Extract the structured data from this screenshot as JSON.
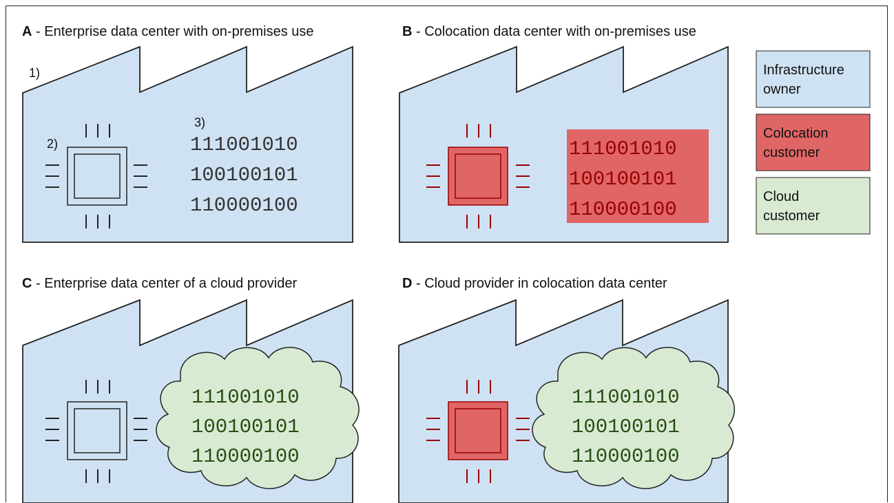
{
  "colors": {
    "infrastructure_owner": "#cfe2f3",
    "colocation_customer": "#e06666",
    "cloud_customer": "#d9ead3",
    "outline": "#222222",
    "colo_text": "#990000",
    "cloud_text": "#274e13"
  },
  "panels": [
    {
      "letter": "A",
      "caption": " - Enterprise data center with on-premises use",
      "chip_style": "plain",
      "data_style": "plain"
    },
    {
      "letter": "B",
      "caption": " - Colocation data center with on-premises use",
      "chip_style": "colocation",
      "data_style": "colocation"
    },
    {
      "letter": "C",
      "caption": " - Enterprise data center of a cloud provider",
      "chip_style": "plain",
      "data_style": "cloud"
    },
    {
      "letter": "D",
      "caption": " - Cloud provider in colocation data center",
      "chip_style": "colocation",
      "data_style": "cloud"
    }
  ],
  "binary_lines": [
    "111001010",
    "100100101",
    "110000100"
  ],
  "markers": {
    "building": "1)",
    "chip": "2)",
    "data": "3)"
  },
  "legend": [
    {
      "lines": [
        "Infrastructure",
        "owner"
      ],
      "role": "infrastructure_owner"
    },
    {
      "lines": [
        "Colocation",
        "customer"
      ],
      "role": "colocation_customer"
    },
    {
      "lines": [
        "Cloud",
        "customer"
      ],
      "role": "cloud_customer"
    }
  ],
  "icons": {
    "building": "factory-icon",
    "chip": "cpu-chip-icon",
    "data": "binary-data-icon",
    "cloud": "cloud-icon"
  }
}
